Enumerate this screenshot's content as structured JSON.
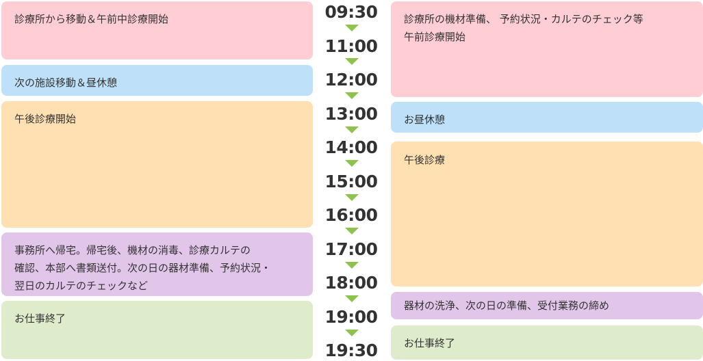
{
  "left": [
    {
      "text": "診療所から移動＆午前中診療開始",
      "color": "#ffcdd4"
    },
    {
      "text": "次の施設移動＆昼休憩",
      "color": "#bee0f8"
    },
    {
      "text": "午後診療開始",
      "color": "#ffe0b2"
    },
    {
      "text": "事務所へ帰宅。帰宅後、機材の消毒、診療カルテの\n確認、本部へ書類送付。次の日の器材準備、予約状況・\n翌日のカルテのチェックなど",
      "color": "#e2c6ea"
    },
    {
      "text": "お仕事終了",
      "color": "#dfeccc"
    }
  ],
  "times": [
    "09:30",
    "11:00",
    "12:00",
    "13:00",
    "14:00",
    "15:00",
    "16:00",
    "17:00",
    "18:00",
    "19:00",
    "19:30"
  ],
  "right": [
    {
      "text": "診療所の機材準備、 予約状況・カルテのチェック等\n午前診療開始",
      "color": "#ffcdd4"
    },
    {
      "text": "お昼休憩",
      "color": "#bee0f8"
    },
    {
      "text": "午後診療",
      "color": "#ffe0b2"
    },
    {
      "text": "器材の洗浄、次の日の準備、受付業務の締め",
      "color": "#e2c6ea"
    },
    {
      "text": "お仕事終了",
      "color": "#dfeccc"
    }
  ],
  "arrow_color": "#8dc24c"
}
